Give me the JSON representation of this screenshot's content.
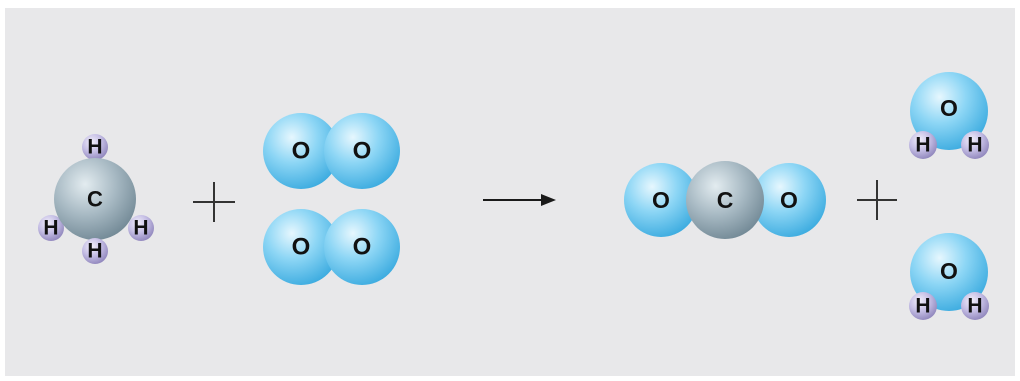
{
  "colors": {
    "background": "#e8e8ea",
    "oxygen": "#6fcaf0",
    "carbon": "#9fb2bd",
    "hydrogen": "#b8b0dc",
    "arrow": "#1a1a1a"
  },
  "reactants": {
    "methane": {
      "carbon": "C",
      "hydrogen": [
        "H",
        "H",
        "H",
        "H"
      ]
    },
    "oxygen_molecules": [
      {
        "atoms": [
          "O",
          "O"
        ]
      },
      {
        "atoms": [
          "O",
          "O"
        ]
      }
    ]
  },
  "products": {
    "carbon_dioxide": {
      "atoms": [
        "O",
        "C",
        "O"
      ]
    },
    "water_molecules": [
      {
        "oxygen": "O",
        "hydrogen": [
          "H",
          "H"
        ]
      },
      {
        "oxygen": "O",
        "hydrogen": [
          "H",
          "H"
        ]
      }
    ]
  }
}
